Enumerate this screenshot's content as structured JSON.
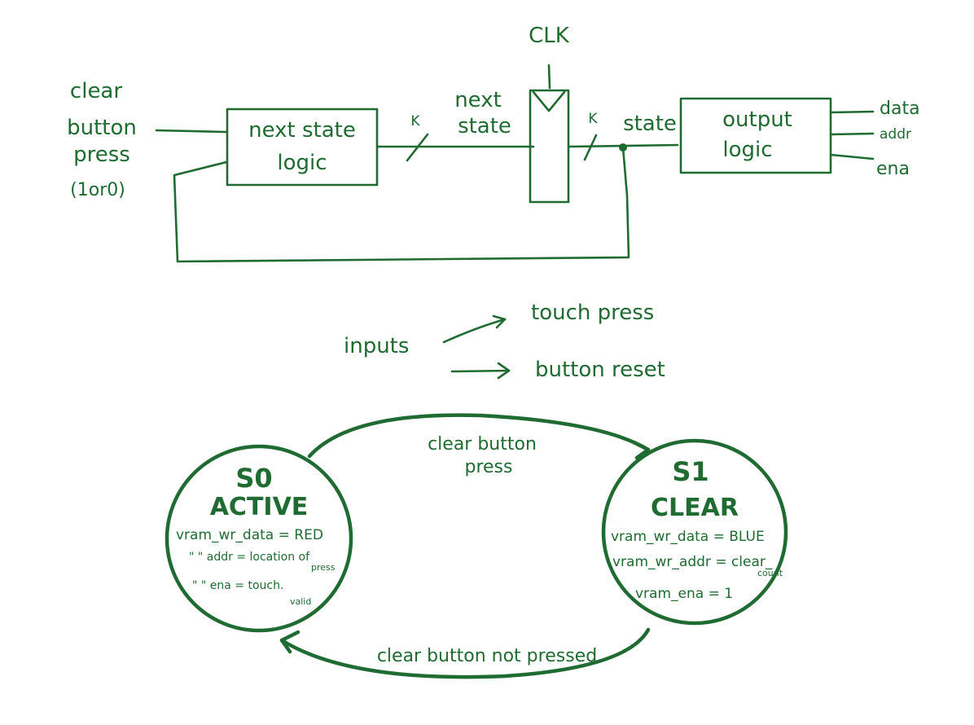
{
  "block_diagram": {
    "input_label_lines": [
      "clear",
      "button",
      "press",
      "(1or0)"
    ],
    "next_state_logic_lines": [
      "next state",
      "logic"
    ],
    "bus_width_label": "K",
    "next_state_label_lines": [
      "next",
      "state"
    ],
    "clock_label": "CLK",
    "state_label": "state",
    "output_logic_lines": [
      "output",
      "logic"
    ],
    "outputs": [
      "data",
      "addr",
      "ena"
    ]
  },
  "inputs_note": {
    "label": "inputs",
    "items": [
      "touch press",
      "button reset"
    ]
  },
  "fsm": {
    "states": [
      {
        "id": "S0",
        "name": "ACTIVE",
        "outputs": [
          "vram_wr_data = RED",
          "\"    \" addr = location of",
          "press",
          "\"    \" ena = touch.",
          "valid"
        ]
      },
      {
        "id": "S1",
        "name": "CLEAR",
        "outputs": [
          "vram_wr_data = BLUE",
          "vram_wr_addr = clear_",
          "count",
          "vram_ena = 1"
        ]
      }
    ],
    "transitions": [
      {
        "from": "S0",
        "to": "S1",
        "label_lines": [
          "clear button",
          "press"
        ]
      },
      {
        "from": "S1",
        "to": "S0",
        "label": "clear button not pressed"
      }
    ]
  },
  "colors": {
    "ink": "#1f6b32",
    "background": "#ffffff"
  }
}
